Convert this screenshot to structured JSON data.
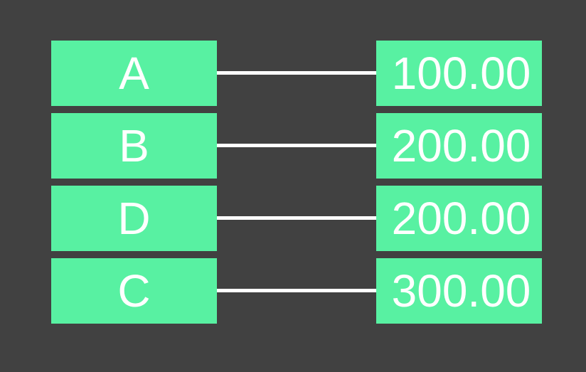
{
  "diagram": {
    "colors": {
      "background": "#414141",
      "node_fill": "#58F1A2",
      "connector": "#FFFFFF",
      "text": "#FFFFFF"
    },
    "rows": [
      {
        "key": "A",
        "value": "100.00"
      },
      {
        "key": "B",
        "value": "200.00"
      },
      {
        "key": "D",
        "value": "200.00"
      },
      {
        "key": "C",
        "value": "300.00"
      }
    ]
  }
}
